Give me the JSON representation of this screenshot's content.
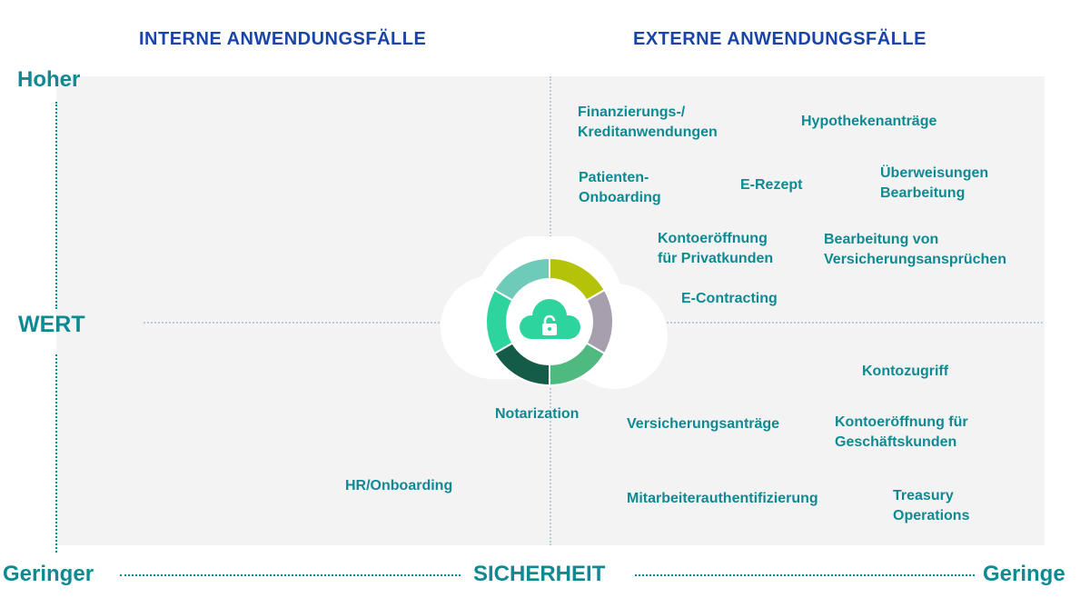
{
  "headers": {
    "internal": "INTERNE ANWENDUNGSFÄLLE",
    "external": "EXTERNE ANWENDUNGSFÄLLE"
  },
  "axis": {
    "value_high": "Hoher",
    "value_label": "WERT",
    "security_low_left": "Geringer",
    "security_label": "SICHERHEIT",
    "security_low_right": "Geringe"
  },
  "items": {
    "finanzierung": [
      "Finanzierungs-/",
      "Kreditanwendungen"
    ],
    "hypothek": [
      "Hypothekenanträge"
    ],
    "patienten": [
      "Patienten-",
      "Onboarding"
    ],
    "erezept": [
      "E-Rezept"
    ],
    "ueberweisungen": [
      "Überweisungen",
      "Bearbeitung"
    ],
    "konto_privat": [
      "Kontoeröffnung",
      "für Privatkunden"
    ],
    "versicherungsansprueche": [
      "Bearbeitung von",
      "Versicherungsansprüchen"
    ],
    "econtracting": [
      "E-Contracting"
    ],
    "kontozugriff": [
      "Kontozugriff"
    ],
    "notarization": [
      "Notarization"
    ],
    "versicherungsantraege": [
      "Versicherungsanträge"
    ],
    "konto_geschaeft": [
      "Kontoeröffnung für",
      "Geschäftskunden"
    ],
    "hr": [
      "HR/Onboarding"
    ],
    "mitarbeiter": [
      "Mitarbeiterauthentifizierung"
    ],
    "treasury": [
      "Treasury",
      "Operations"
    ]
  },
  "colors": {
    "header_blue": "#1a45a8",
    "teal": "#0f8a93",
    "panel_gray": "#f3f3f3",
    "ring_segments": [
      "#2ed49e",
      "#6fcbb9",
      "#b5c20a",
      "#a89fae",
      "#4fba80",
      "#145c48"
    ]
  },
  "icons": {
    "center": "cloud-lock-icon"
  }
}
